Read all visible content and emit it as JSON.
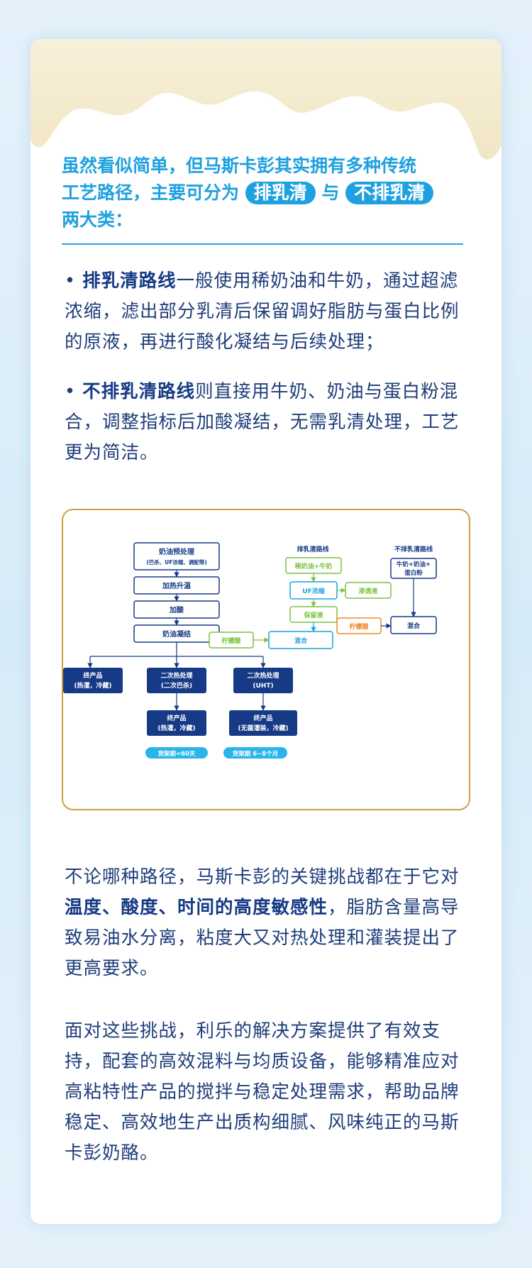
{
  "intro": {
    "line1": "虽然看似简单，但马斯卡彭其实拥有多种传统",
    "line2_pre": "工艺路径，主要可分为",
    "pill_a": "排乳清",
    "mid": "与",
    "pill_b": "不排乳清",
    "line3": "两大类："
  },
  "bullet1": {
    "dot": "•",
    "title": "排乳清路线",
    "text": "一般使用稀奶油和牛奶，通过超滤浓缩，滤出部分乳清后保留调好脂肪与蛋白比例的原液，再进行酸化凝结与后续处理；"
  },
  "bullet2": {
    "dot": "•",
    "title": "不排乳清路线",
    "text": "则直接用牛奶、奶油与蛋白粉混合，调整指标后加酸凝结，无需乳清处理，工艺更为简洁。"
  },
  "diagram": {
    "pre_title": "奶油预处理",
    "pre_sub": "(巴杀、UF浓缩、调配等)",
    "heat": "加热升温",
    "acid": "加酸",
    "coag": "奶油凝结",
    "final1_a": "终产品",
    "final1_b": "(热灌，冷藏)",
    "second1_a": "二次热处理",
    "second1_b": "(二次巴杀)",
    "second2_a": "二次热处理",
    "second2_b": "(UHT)",
    "final2_a": "终产品",
    "final2_b": "(热灌，冷藏)",
    "final3_a": "终产品",
    "final3_b": "(无菌灌装，冷藏)",
    "shelf1": "货架期<60天",
    "shelf2": "货架期 6~8个月",
    "route1_title": "排乳清路线",
    "r1_cream": "稀奶油+牛奶",
    "r1_uf": "UF浓缩",
    "r1_permeate": "渗透液",
    "r1_retentate": "保留液",
    "r1_citric": "柠檬酸",
    "r1_mix": "混合",
    "route2_title": "不排乳清路线",
    "r2_inputs_a": "牛奶+奶油+",
    "r2_inputs_b": "蛋白粉",
    "r2_citric": "柠檬酸",
    "r2_mix": "混合"
  },
  "para3": {
    "pre": "不论哪种路径，马斯卡彭的关键挑战都在于它对",
    "bold": "温度、酸度、时间的高度敏感性",
    "post": "，脂肪含量高导致易油水分离，粘度大又对热处理和灌装提出了更高要求。"
  },
  "para4": {
    "text": "面对这些挑战，利乐的解决方案提供了有效支持，配套的高效混料与均质设备，能够精准应对高粘特性产品的搅拌与稳定处理需求，帮助品牌稳定、高效地生产出质构细腻、风味纯正的马斯卡彭奶酪。"
  },
  "colors": {
    "accent": "#1fa1df",
    "navy": "#163a86",
    "text": "#1f3d7a",
    "green": "#7bc242",
    "orange": "#ee8a2c",
    "frame": "#cf9f43"
  }
}
